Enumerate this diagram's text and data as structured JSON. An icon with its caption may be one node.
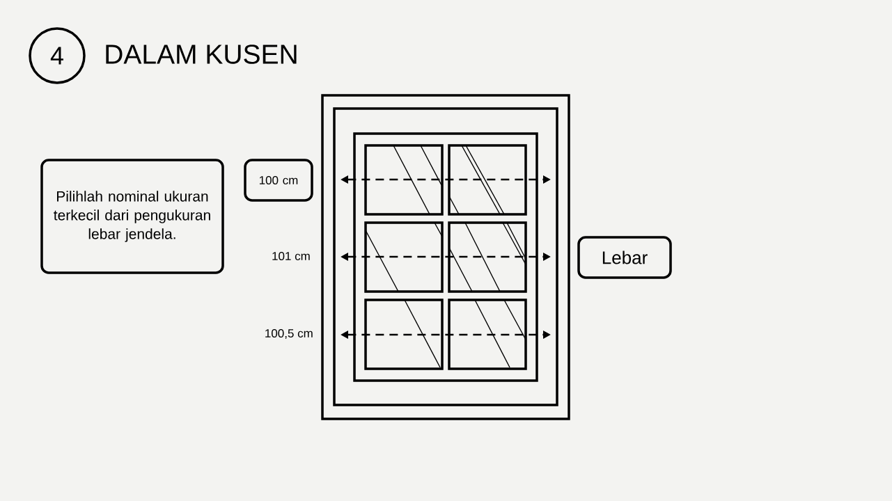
{
  "diagram": {
    "title": "DALAM KUSEN",
    "nodes": [
      {
        "text": [
          "4"
        ]
      },
      {
        "text": [
          "Pilihlah nominal ukuran terkecil dari pengukuran lebar jendela."
        ]
      },
      {
        "text": [
          "100 cm"
        ]
      },
      {
        "text": [
          "Lebar"
        ]
      }
    ],
    "labels": [
      "101 cm",
      "100,5 cm"
    ]
  }
}
